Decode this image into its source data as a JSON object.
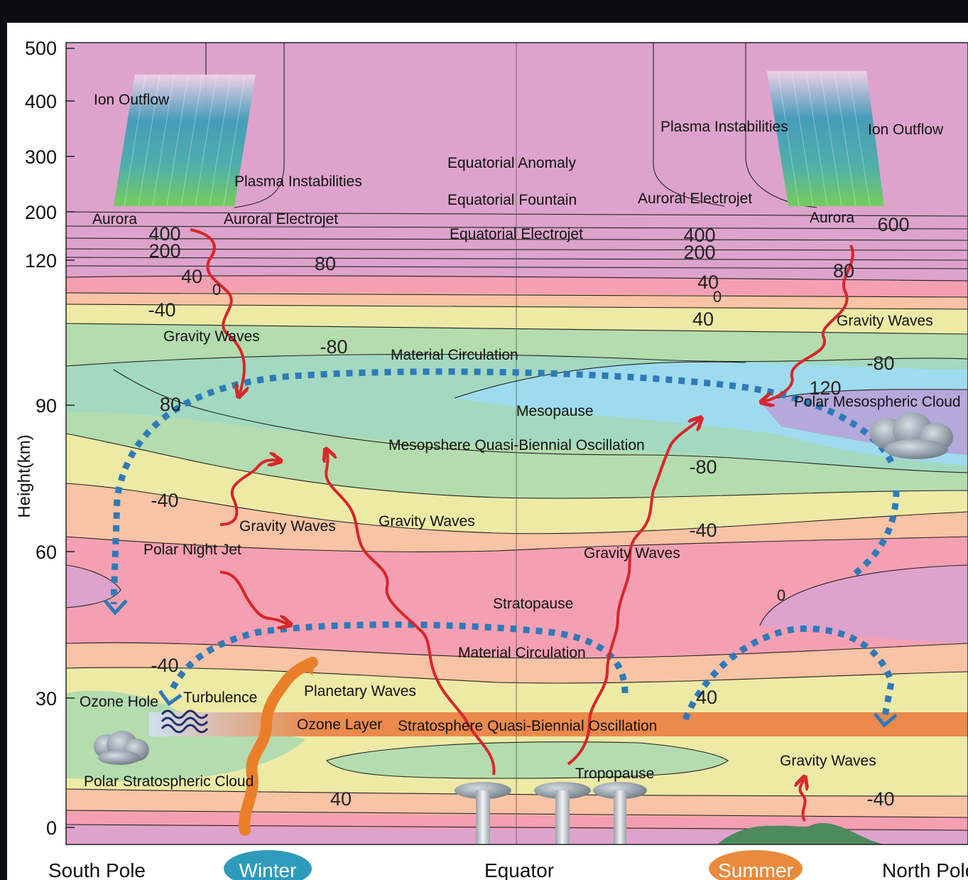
{
  "y_axis": {
    "label": "Height(km)",
    "ticks": [
      "500",
      "400",
      "300",
      "200",
      "120",
      "90",
      "60",
      "30",
      "0"
    ]
  },
  "x_axis": {
    "south": "South Pole",
    "equator": "Equator",
    "north": "North Pole",
    "winter_badge": "Winter",
    "summer_badge": "Summer"
  },
  "contour_labels": [
    "400",
    "200",
    "40",
    "0",
    "80",
    "-40",
    "-80",
    "80",
    "-40",
    "-40",
    "40",
    "400",
    "200",
    "40",
    "0",
    "40",
    "600",
    "80",
    "-80",
    "120",
    "-80",
    "-40",
    "0",
    "40",
    "-40"
  ],
  "annotations": {
    "ion_outflow_s": "Ion Outflow",
    "plasma_instab_s": "Plasma Instabilities",
    "aurora_s": "Aurora",
    "auroral_electrojet_s": "Auroral Electrojet",
    "equatorial_anomaly": "Equatorial Anomaly",
    "equatorial_fountain": "Equatorial Fountain",
    "equatorial_electrojet": "Equatorial Electrojet",
    "plasma_instab_n": "Plasma Instabilities",
    "ion_outflow_n": "Ion Outflow",
    "auroral_electrojet_n": "Auroral Electrojet",
    "aurora_n": "Aurora",
    "gravity_waves_1": "Gravity Waves",
    "material_circulation_upper": "Material Circulation",
    "gravity_waves_ne": "Gravity Waves",
    "polar_mesospheric_cloud": "Polar Mesospheric Cloud",
    "mesopause": "Mesopause",
    "mqbo": "Mesopshere Quasi-Biennial Oscillation",
    "gravity_waves_2": "Gravity Waves",
    "gravity_waves_3": "Gravity Waves",
    "gravity_waves_4": "Gravity Waves",
    "polar_night_jet": "Polar Night Jet",
    "stratopause": "Stratopause",
    "material_circulation_lower": "Material Circulation",
    "ozone_hole": "Ozone Hole",
    "turbulence": "Turbulence",
    "planetary_waves": "Planetary Waves",
    "ozone_layer": "Ozone Layer",
    "sqbo": "Stratosphere Quasi-Biennial Oscillation",
    "polar_strat_cloud": "Polar Stratospheric Cloud",
    "tropopause": "Tropopause",
    "gravity_waves_5": "Gravity Waves"
  },
  "colors": {
    "thermosphere": "#dda3cc",
    "pink": "#f4a0b2",
    "peach": "#f9c3a5",
    "yellow": "#edeaa6",
    "green": "#b4dcae",
    "mint": "#a3d9c0",
    "cyan": "#9fdbee",
    "lavender": "#b4a9da",
    "ozone": "#ea8a4d",
    "wave_red": "#d8262a",
    "circulation_blue": "#2f7ab8",
    "winter": "#2e9bbc",
    "summer": "#ea8a3c"
  }
}
